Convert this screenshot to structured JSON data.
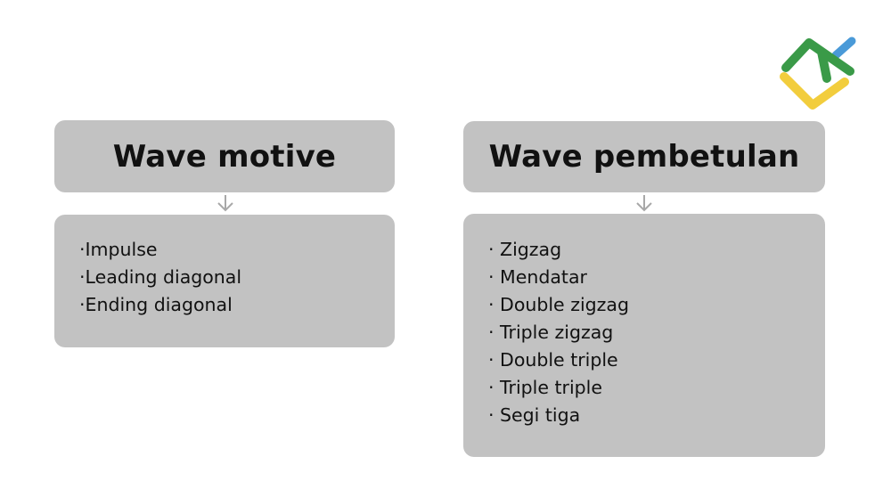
{
  "diagram": {
    "left": {
      "title": "Wave motive",
      "items": [
        "·Impulse",
        "·Leading diagonal",
        "·Ending diagonal"
      ]
    },
    "right": {
      "title": "Wave pembetulan",
      "items": [
        "· Zigzag",
        "· Mendatar",
        "· Double zigzag",
        "· Triple zigzag",
        "· Double triple",
        "· Triple triple",
        "· Segi tiga"
      ]
    }
  },
  "colors": {
    "box_fill": "#c2c2c2",
    "text": "#111111",
    "arrow": "#a8a8a8",
    "logo_green": "#3a9a48",
    "logo_yellow": "#f2cd3d",
    "logo_blue": "#4a9ad8"
  },
  "icons": [
    "logo-icon",
    "arrow-down-icon"
  ]
}
